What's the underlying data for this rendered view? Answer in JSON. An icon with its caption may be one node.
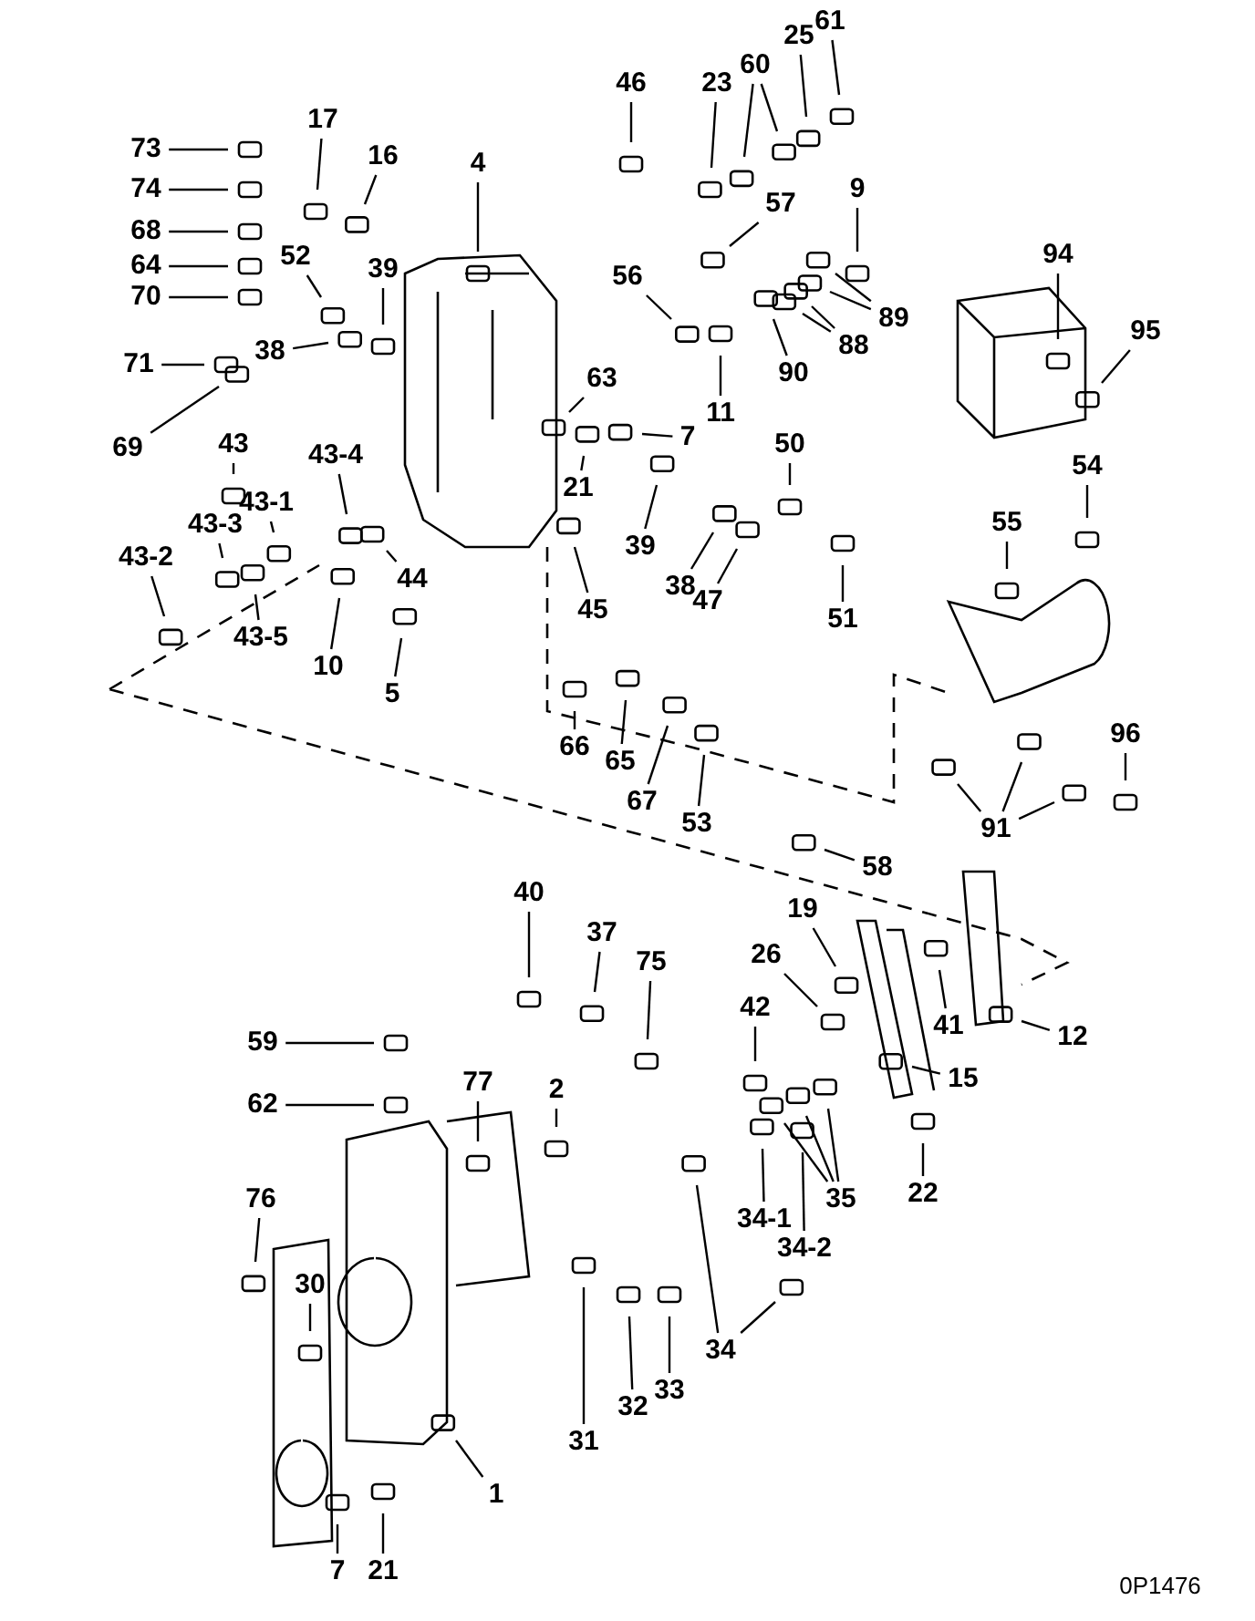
{
  "diagram": {
    "nodes": [
      {
        "text": [
          "73"
        ]
      },
      {
        "text": [
          "74"
        ]
      },
      {
        "text": [
          "68"
        ]
      },
      {
        "text": [
          "64"
        ]
      },
      {
        "text": [
          "70"
        ]
      },
      {
        "text": [
          "71"
        ]
      },
      {
        "text": [
          "69"
        ]
      },
      {
        "text": [
          "17"
        ]
      },
      {
        "text": [
          "16"
        ]
      },
      {
        "text": [
          "4"
        ]
      },
      {
        "text": [
          "52"
        ]
      },
      {
        "text": [
          "39"
        ]
      },
      {
        "text": [
          "38"
        ]
      },
      {
        "text": [
          "43"
        ]
      },
      {
        "text": [
          "43-4"
        ]
      },
      {
        "text": [
          "43-1"
        ]
      },
      {
        "text": [
          "43-3"
        ]
      },
      {
        "text": [
          "43-2"
        ]
      },
      {
        "text": [
          "43-5"
        ]
      },
      {
        "text": [
          "10"
        ]
      },
      {
        "text": [
          "5"
        ]
      },
      {
        "text": [
          "44"
        ]
      },
      {
        "text": [
          "46"
        ]
      },
      {
        "text": [
          "23"
        ]
      },
      {
        "text": [
          "60"
        ]
      },
      {
        "text": [
          "25"
        ]
      },
      {
        "text": [
          "61"
        ]
      },
      {
        "text": [
          "57"
        ]
      },
      {
        "text": [
          "56"
        ]
      },
      {
        "text": [
          "9"
        ]
      },
      {
        "text": [
          "89"
        ]
      },
      {
        "text": [
          "88"
        ]
      },
      {
        "text": [
          "90"
        ]
      },
      {
        "text": [
          "11"
        ]
      },
      {
        "text": [
          "63"
        ]
      },
      {
        "text": [
          "7"
        ]
      },
      {
        "text": [
          "21"
        ]
      },
      {
        "text": [
          "45"
        ]
      },
      {
        "text": [
          "39"
        ]
      },
      {
        "text": [
          "38"
        ]
      },
      {
        "text": [
          "47"
        ]
      },
      {
        "text": [
          "50"
        ]
      },
      {
        "text": [
          "51"
        ]
      },
      {
        "text": [
          "94"
        ]
      },
      {
        "text": [
          "95"
        ]
      },
      {
        "text": [
          "54"
        ]
      },
      {
        "text": [
          "55"
        ]
      },
      {
        "text": [
          "96"
        ]
      },
      {
        "text": [
          "91"
        ]
      },
      {
        "text": [
          "66"
        ]
      },
      {
        "text": [
          "65"
        ]
      },
      {
        "text": [
          "67"
        ]
      },
      {
        "text": [
          "53"
        ]
      },
      {
        "text": [
          "58"
        ]
      },
      {
        "text": [
          "40"
        ]
      },
      {
        "text": [
          "37"
        ]
      },
      {
        "text": [
          "75"
        ]
      },
      {
        "text": [
          "19"
        ]
      },
      {
        "text": [
          "26"
        ]
      },
      {
        "text": [
          "42"
        ]
      },
      {
        "text": [
          "41"
        ]
      },
      {
        "text": [
          "12"
        ]
      },
      {
        "text": [
          "15"
        ]
      },
      {
        "text": [
          "22"
        ]
      },
      {
        "text": [
          "35"
        ]
      },
      {
        "text": [
          "34-1"
        ]
      },
      {
        "text": [
          "34-2"
        ]
      },
      {
        "text": [
          "34"
        ]
      },
      {
        "text": [
          "33"
        ]
      },
      {
        "text": [
          "32"
        ]
      },
      {
        "text": [
          "31"
        ]
      },
      {
        "text": [
          "2"
        ]
      },
      {
        "text": [
          "77"
        ]
      },
      {
        "text": [
          "59"
        ]
      },
      {
        "text": [
          "62"
        ]
      },
      {
        "text": [
          "76"
        ]
      },
      {
        "text": [
          "30"
        ]
      },
      {
        "text": [
          "1"
        ]
      },
      {
        "text": [
          "7"
        ]
      },
      {
        "text": [
          "21"
        ]
      }
    ],
    "edges": [
      {
        "from": 0,
        "to": null,
        "arrow": "none"
      },
      {
        "from": 1,
        "to": null,
        "arrow": "none"
      },
      {
        "from": 2,
        "to": null,
        "arrow": "none"
      },
      {
        "from": 3,
        "to": null,
        "arrow": "none"
      },
      {
        "from": 4,
        "to": null,
        "arrow": "none"
      },
      {
        "from": 5,
        "to": null,
        "arrow": "none"
      },
      {
        "from": 6,
        "to": null,
        "arrow": "none"
      },
      {
        "from": 7,
        "to": null,
        "arrow": "none"
      },
      {
        "from": 8,
        "to": null,
        "arrow": "none"
      },
      {
        "from": 9,
        "to": null,
        "arrow": "none"
      },
      {
        "from": 10,
        "to": null,
        "arrow": "none"
      },
      {
        "from": 11,
        "to": null,
        "arrow": "none"
      },
      {
        "from": 12,
        "to": null,
        "arrow": "none"
      },
      {
        "from": 13,
        "to": null,
        "arrow": "none"
      },
      {
        "from": 14,
        "to": null,
        "arrow": "none"
      },
      {
        "from": 15,
        "to": null,
        "arrow": "none"
      },
      {
        "from": 16,
        "to": null,
        "arrow": "none"
      },
      {
        "from": 17,
        "to": null,
        "arrow": "none"
      },
      {
        "from": 18,
        "to": null,
        "arrow": "none"
      },
      {
        "from": 19,
        "to": null,
        "arrow": "none"
      },
      {
        "from": 20,
        "to": null,
        "arrow": "none"
      },
      {
        "from": 21,
        "to": null,
        "arrow": "none"
      },
      {
        "from": 22,
        "to": null,
        "arrow": "none"
      },
      {
        "from": 23,
        "to": null,
        "arrow": "none"
      },
      {
        "from": 24,
        "to": null,
        "arrow": "none"
      },
      {
        "from": 24,
        "to": null,
        "arrow": "none"
      },
      {
        "from": 25,
        "to": null,
        "arrow": "none"
      },
      {
        "from": 26,
        "to": null,
        "arrow": "none"
      },
      {
        "from": 27,
        "to": null,
        "arrow": "none"
      },
      {
        "from": 28,
        "to": null,
        "arrow": "none"
      },
      {
        "from": 29,
        "to": null,
        "arrow": "none"
      },
      {
        "from": 30,
        "to": null,
        "arrow": "none"
      },
      {
        "from": 30,
        "to": null,
        "arrow": "none"
      },
      {
        "from": 31,
        "to": null,
        "arrow": "none"
      },
      {
        "from": 31,
        "to": null,
        "arrow": "none"
      },
      {
        "from": 32,
        "to": null,
        "arrow": "none"
      },
      {
        "from": 33,
        "to": null,
        "arrow": "none"
      },
      {
        "from": 34,
        "to": null,
        "arrow": "none"
      },
      {
        "from": 35,
        "to": null,
        "arrow": "none"
      },
      {
        "from": 36,
        "to": null,
        "arrow": "none"
      },
      {
        "from": 37,
        "to": null,
        "arrow": "none"
      },
      {
        "from": 38,
        "to": null,
        "arrow": "none"
      },
      {
        "from": 39,
        "to": null,
        "arrow": "none"
      },
      {
        "from": 40,
        "to": null,
        "arrow": "none"
      },
      {
        "from": 41,
        "to": null,
        "arrow": "none"
      },
      {
        "from": 42,
        "to": null,
        "arrow": "none"
      },
      {
        "from": 43,
        "to": null,
        "arrow": "none"
      },
      {
        "from": 44,
        "to": null,
        "arrow": "none"
      },
      {
        "from": 45,
        "to": null,
        "arrow": "none"
      },
      {
        "from": 46,
        "to": null,
        "arrow": "none"
      },
      {
        "from": 47,
        "to": null,
        "arrow": "none"
      },
      {
        "from": 48,
        "to": null,
        "arrow": "none"
      },
      {
        "from": 48,
        "to": null,
        "arrow": "none"
      },
      {
        "from": 48,
        "to": null,
        "arrow": "none"
      },
      {
        "from": 49,
        "to": null,
        "arrow": "none"
      },
      {
        "from": 50,
        "to": null,
        "arrow": "none"
      },
      {
        "from": 51,
        "to": null,
        "arrow": "none"
      },
      {
        "from": 52,
        "to": null,
        "arrow": "none"
      },
      {
        "from": 53,
        "to": null,
        "arrow": "none"
      },
      {
        "from": 54,
        "to": null,
        "arrow": "none"
      },
      {
        "from": 55,
        "to": null,
        "arrow": "none"
      },
      {
        "from": 56,
        "to": null,
        "arrow": "none"
      },
      {
        "from": 57,
        "to": null,
        "arrow": "none"
      },
      {
        "from": 58,
        "to": null,
        "arrow": "none"
      },
      {
        "from": 59,
        "to": null,
        "arrow": "none"
      },
      {
        "from": 60,
        "to": null,
        "arrow": "none"
      },
      {
        "from": 61,
        "to": null,
        "arrow": "none"
      },
      {
        "from": 62,
        "to": null,
        "arrow": "none"
      },
      {
        "from": 63,
        "to": null,
        "arrow": "none"
      },
      {
        "from": 64,
        "to": null,
        "arrow": "none"
      },
      {
        "from": 64,
        "to": null,
        "arrow": "none"
      },
      {
        "from": 64,
        "to": null,
        "arrow": "none"
      },
      {
        "from": 65,
        "to": null,
        "arrow": "none"
      },
      {
        "from": 66,
        "to": null,
        "arrow": "none"
      },
      {
        "from": 67,
        "to": null,
        "arrow": "none"
      },
      {
        "from": 67,
        "to": null,
        "arrow": "none"
      },
      {
        "from": 68,
        "to": null,
        "arrow": "none"
      },
      {
        "from": 69,
        "to": null,
        "arrow": "none"
      },
      {
        "from": 70,
        "to": null,
        "arrow": "none"
      },
      {
        "from": 71,
        "to": null,
        "arrow": "none"
      },
      {
        "from": 72,
        "to": null,
        "arrow": "none"
      },
      {
        "from": 73,
        "to": null,
        "arrow": "none"
      },
      {
        "from": 74,
        "to": null,
        "arrow": "none"
      },
      {
        "from": 75,
        "to": null,
        "arrow": "none"
      },
      {
        "from": 76,
        "to": null,
        "arrow": "none"
      },
      {
        "from": 77,
        "to": null,
        "arrow": "none"
      },
      {
        "from": 78,
        "to": null,
        "arrow": "none"
      },
      {
        "from": 79,
        "to": null,
        "arrow": "none"
      }
    ],
    "labels": [
      "0P1476"
    ]
  }
}
